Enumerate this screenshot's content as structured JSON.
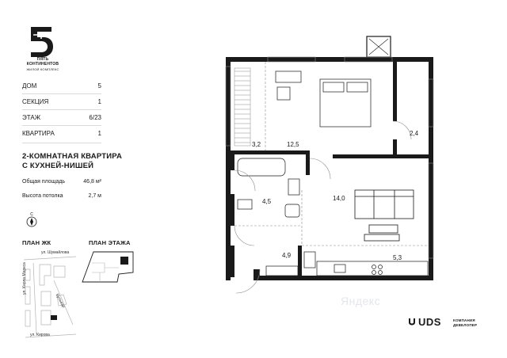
{
  "complex": {
    "name_line1": "ПЯТЬ",
    "name_line2": "КОНТИНЕНТОВ",
    "name_line3": "ЖИЛОЙ КОМПЛЕКС"
  },
  "specs": [
    {
      "label": "ДОМ",
      "value": "5"
    },
    {
      "label": "СЕКЦИЯ",
      "value": "1"
    },
    {
      "label": "ЭТАЖ",
      "value": "6/23"
    },
    {
      "label": "КВАРТИРА",
      "value": "1"
    }
  ],
  "apartment": {
    "title_line1": "2-КОМНАТНАЯ КВАРТИРА",
    "title_line2": "С КУХНЕЙ-НИШЕЙ",
    "total_area_label": "Общая площадь",
    "total_area_value": "46,8 м²",
    "ceiling_label": "Высота потолка",
    "ceiling_value": "2,7 м"
  },
  "compass": {
    "letter": "С"
  },
  "site_plan": {
    "label": "ПЛАН ЖК",
    "streets": [
      "ул. Шумайлова",
      "ул. Карла Маркса",
      "Бульвар",
      "ул. Кирова"
    ]
  },
  "floor_plan_label": "ПЛАН ЭТАЖА",
  "rooms": [
    {
      "label": "3,2"
    },
    {
      "label": "12,5"
    },
    {
      "label": "2,4"
    },
    {
      "label": "4,5"
    },
    {
      "label": "14,0"
    },
    {
      "label": "4,9"
    },
    {
      "label": "5,3"
    }
  ],
  "watermark": "Яндекс",
  "developer": {
    "name": "UDS",
    "sub_line1": "КОМПАНИЯ",
    "sub_line2": "ДЕВЕЛОПЕР"
  },
  "colors": {
    "wall": "#1a1a1a",
    "line": "#8c8c8c",
    "rule": "#d9d9d9"
  }
}
